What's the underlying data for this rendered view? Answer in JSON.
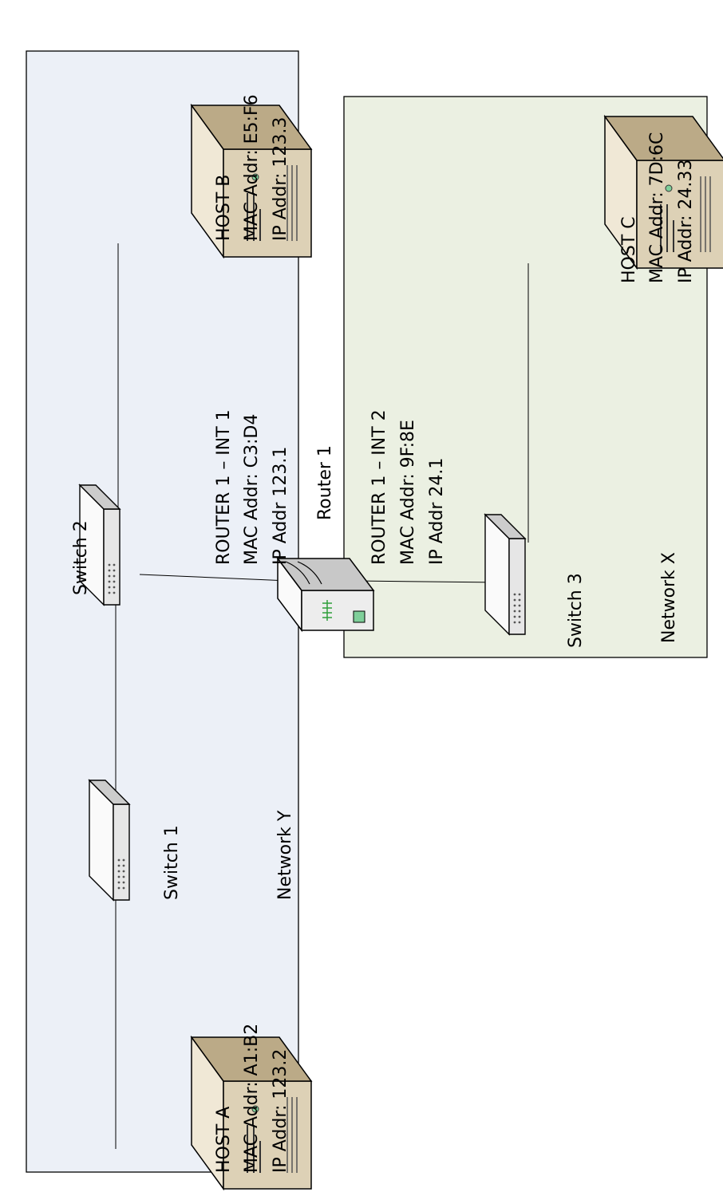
{
  "diagram": {
    "colors": {
      "network_y_fill": "#ECF0F7",
      "network_x_fill": "#EBF0E2",
      "border": "#000000",
      "link": "#000000",
      "host_top": "#EFE6D3",
      "host_front": "#D9CDB3",
      "host_side": "#B9A988",
      "router_green": "#2E9E3A",
      "switch_body": "#F2F2F2"
    },
    "networks": {
      "y": {
        "label": "Network Y"
      },
      "x": {
        "label": "Network X"
      }
    },
    "hosts": {
      "a": {
        "name": "HOST A",
        "mac": "MAC Addr:  A1:B2",
        "ip": "IP Addr: 123.2",
        "icon": "server-icon"
      },
      "b": {
        "name": "HOST B",
        "mac": "MAC Addr: E5:F6",
        "ip": "IP Addr: 123.3",
        "icon": "server-icon"
      },
      "c": {
        "name": "HOST C",
        "mac": "MAC Addr: 7D:6C",
        "ip": "IP Addr: 24.33",
        "icon": "server-icon"
      }
    },
    "switches": {
      "s1": {
        "label": "Switch 1",
        "icon": "switch-icon"
      },
      "s2": {
        "label": "Switch 2",
        "icon": "switch-icon"
      },
      "s3": {
        "label": "Switch 3",
        "icon": "switch-icon"
      }
    },
    "router": {
      "label": "Router 1",
      "icon": "router-icon",
      "int1": {
        "name": "ROUTER 1 – INT 1",
        "mac": "MAC Addr: C3:D4",
        "ip": "IP Addr 123.1"
      },
      "int2": {
        "name": "ROUTER 1 – INT 2",
        "mac": "MAC Addr: 9F:8E",
        "ip": "IP Addr 24.1"
      }
    }
  }
}
